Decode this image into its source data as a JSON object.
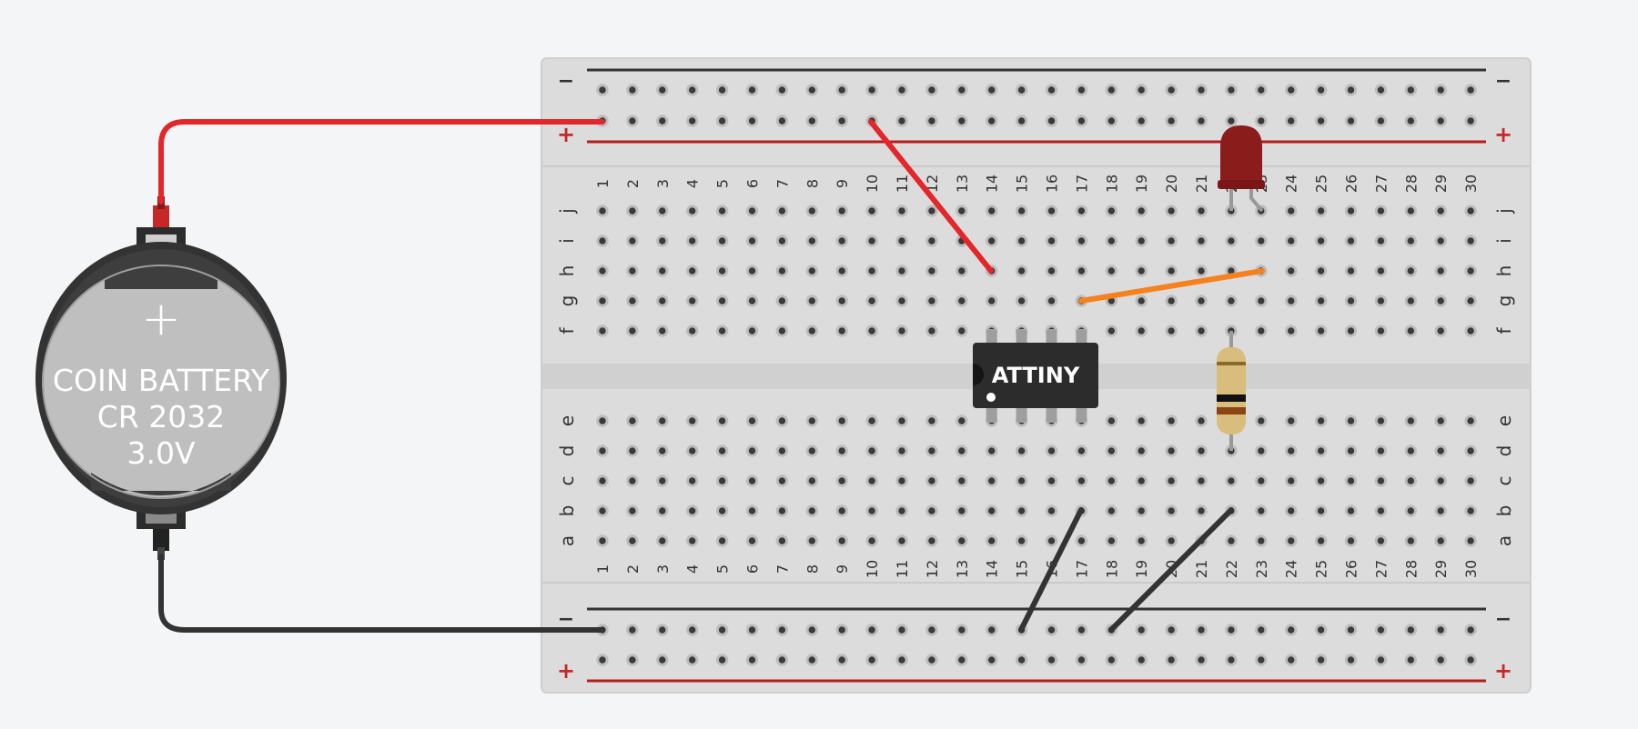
{
  "battery": {
    "title": "COIN BATTERY",
    "model": "CR 2032",
    "voltage": "3.0V",
    "plus_sign": "+"
  },
  "breadboard": {
    "columns": [
      "1",
      "2",
      "3",
      "4",
      "5",
      "6",
      "7",
      "8",
      "9",
      "10",
      "11",
      "12",
      "13",
      "14",
      "15",
      "16",
      "17",
      "18",
      "19",
      "20",
      "21",
      "22",
      "23",
      "24",
      "25",
      "26",
      "27",
      "28",
      "29",
      "30"
    ],
    "upper_rows": [
      "j",
      "i",
      "h",
      "g",
      "f"
    ],
    "lower_rows": [
      "e",
      "d",
      "c",
      "b",
      "a"
    ],
    "rail_minus": "−",
    "rail_plus": "+"
  },
  "chip": {
    "label": "ATTINY"
  },
  "colors": {
    "red_wire": "#e3262a",
    "black_wire": "#333333",
    "orange_wire": "#f5821f",
    "board": "#dedede",
    "hole": "#333333",
    "led": "#8a1c1c",
    "resistor_body": "#d9bd7d",
    "chip": "#2c2c2c",
    "battery_holder": "#3a3a3a",
    "battery_cell": "#bdbdbd"
  },
  "icons": [
    "battery-icon",
    "led-icon",
    "resistor-icon",
    "chip-icon"
  ]
}
